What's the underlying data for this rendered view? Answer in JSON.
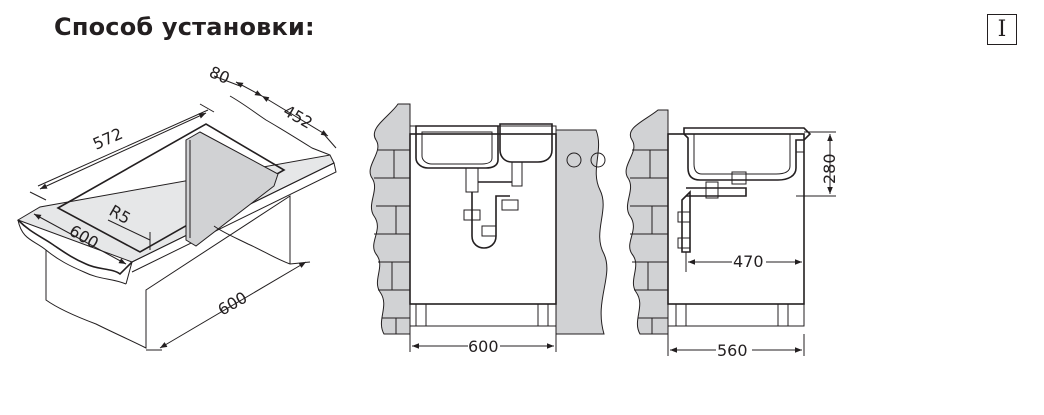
{
  "header": {
    "title": "Способ установки:",
    "variant_label": "I"
  },
  "view_iso": {
    "dim_width": "572",
    "dim_rim": "80",
    "dim_depth": "452",
    "dim_radius": "R5",
    "dim_counter_depth": "600",
    "dim_cabinet_width": "600"
  },
  "view_front": {
    "dim_cabinet_width": "600"
  },
  "view_side": {
    "dim_height": "280",
    "dim_drain_offset": "470",
    "dim_cabinet_depth": "560"
  },
  "colors": {
    "line": "#231f20",
    "fill": "#d1d2d4"
  }
}
